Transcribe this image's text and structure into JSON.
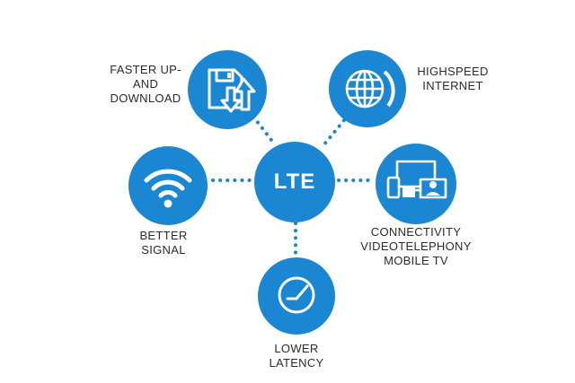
{
  "center": {
    "label": "LTE"
  },
  "nodes": [
    {
      "id": "faster-updownload",
      "lines": [
        "FASTER UP-",
        "AND",
        "DOWNLOAD"
      ],
      "icon": "floppy-updown-icon"
    },
    {
      "id": "highspeed-internet",
      "lines": [
        "HIGHSPEED",
        "INTERNET"
      ],
      "icon": "globe-icon"
    },
    {
      "id": "better-signal",
      "lines": [
        "BETTER",
        "SIGNAL"
      ],
      "icon": "wifi-icon"
    },
    {
      "id": "connectivity",
      "lines": [
        "CONNECTIVITY",
        "VIDEOTELEPHONY",
        "MOBILE TV"
      ],
      "icon": "devices-icon"
    },
    {
      "id": "lower-latency",
      "lines": [
        "LOWER",
        "LATENCY"
      ],
      "icon": "clock-icon"
    }
  ],
  "colors": {
    "accent": "#1b86d1",
    "connector": "#1b86d1",
    "text": "#2b2b2b"
  }
}
